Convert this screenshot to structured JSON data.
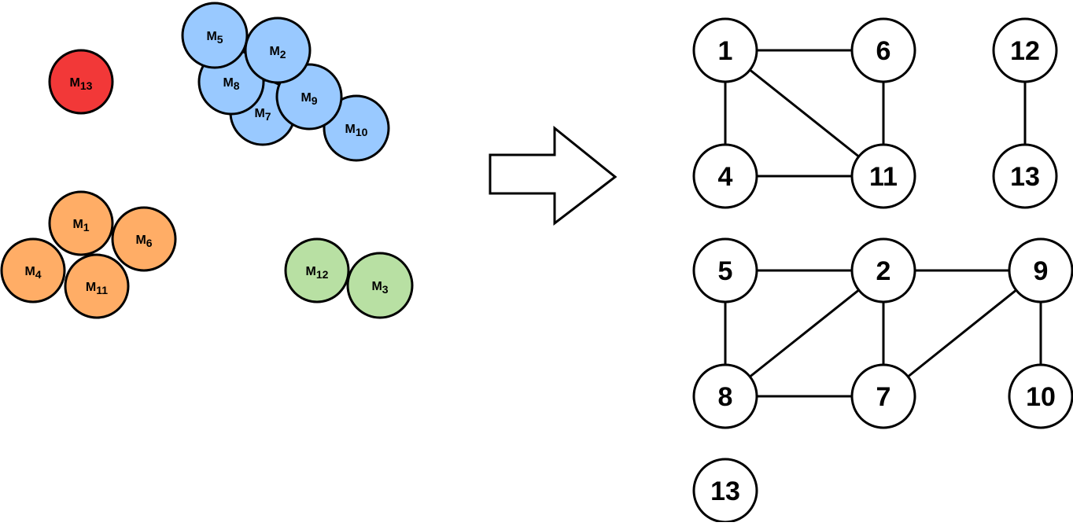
{
  "colors": {
    "red": "#f23838",
    "blue": "#99c9ff",
    "orange": "#ffad66",
    "green": "#b8e0a3",
    "white": "#ffffff",
    "stroke": "#000000"
  },
  "molecules": [
    {
      "id": "m13",
      "base": "M",
      "sub": "13",
      "color": "red"
    },
    {
      "id": "m7",
      "base": "M",
      "sub": "7",
      "color": "blue"
    },
    {
      "id": "m8",
      "base": "M",
      "sub": "8",
      "color": "blue"
    },
    {
      "id": "m5",
      "base": "M",
      "sub": "5",
      "color": "blue"
    },
    {
      "id": "m10",
      "base": "M",
      "sub": "10",
      "color": "blue"
    },
    {
      "id": "m9",
      "base": "M",
      "sub": "9",
      "color": "blue"
    },
    {
      "id": "m2",
      "base": "M",
      "sub": "2",
      "color": "blue"
    },
    {
      "id": "m4",
      "base": "M",
      "sub": "4",
      "color": "orange"
    },
    {
      "id": "m11",
      "base": "M",
      "sub": "11",
      "color": "orange"
    },
    {
      "id": "m1",
      "base": "M",
      "sub": "1",
      "color": "orange"
    },
    {
      "id": "m6",
      "base": "M",
      "sub": "6",
      "color": "orange"
    },
    {
      "id": "m12",
      "base": "M",
      "sub": "12",
      "color": "green"
    },
    {
      "id": "m3",
      "base": "M",
      "sub": "3",
      "color": "green"
    }
  ],
  "graph_nodes": [
    {
      "id": "g1",
      "label": "1"
    },
    {
      "id": "g6",
      "label": "6"
    },
    {
      "id": "g4",
      "label": "4"
    },
    {
      "id": "g11",
      "label": "11"
    },
    {
      "id": "g12",
      "label": "12"
    },
    {
      "id": "g13a",
      "label": "13"
    },
    {
      "id": "g5",
      "label": "5"
    },
    {
      "id": "g2",
      "label": "2"
    },
    {
      "id": "g9",
      "label": "9"
    },
    {
      "id": "g8",
      "label": "8"
    },
    {
      "id": "g7",
      "label": "7"
    },
    {
      "id": "g10",
      "label": "10"
    },
    {
      "id": "g13b",
      "label": "13"
    }
  ],
  "graph_edges": [
    [
      "g1",
      "g6"
    ],
    [
      "g1",
      "g4"
    ],
    [
      "g1",
      "g11"
    ],
    [
      "g6",
      "g11"
    ],
    [
      "g4",
      "g11"
    ],
    [
      "g12",
      "g13a"
    ],
    [
      "g5",
      "g2"
    ],
    [
      "g5",
      "g8"
    ],
    [
      "g2",
      "g8"
    ],
    [
      "g2",
      "g7"
    ],
    [
      "g2",
      "g9"
    ],
    [
      "g8",
      "g7"
    ],
    [
      "g9",
      "g7"
    ],
    [
      "g9",
      "g10"
    ]
  ],
  "arrow_icon": "right-arrow-icon"
}
